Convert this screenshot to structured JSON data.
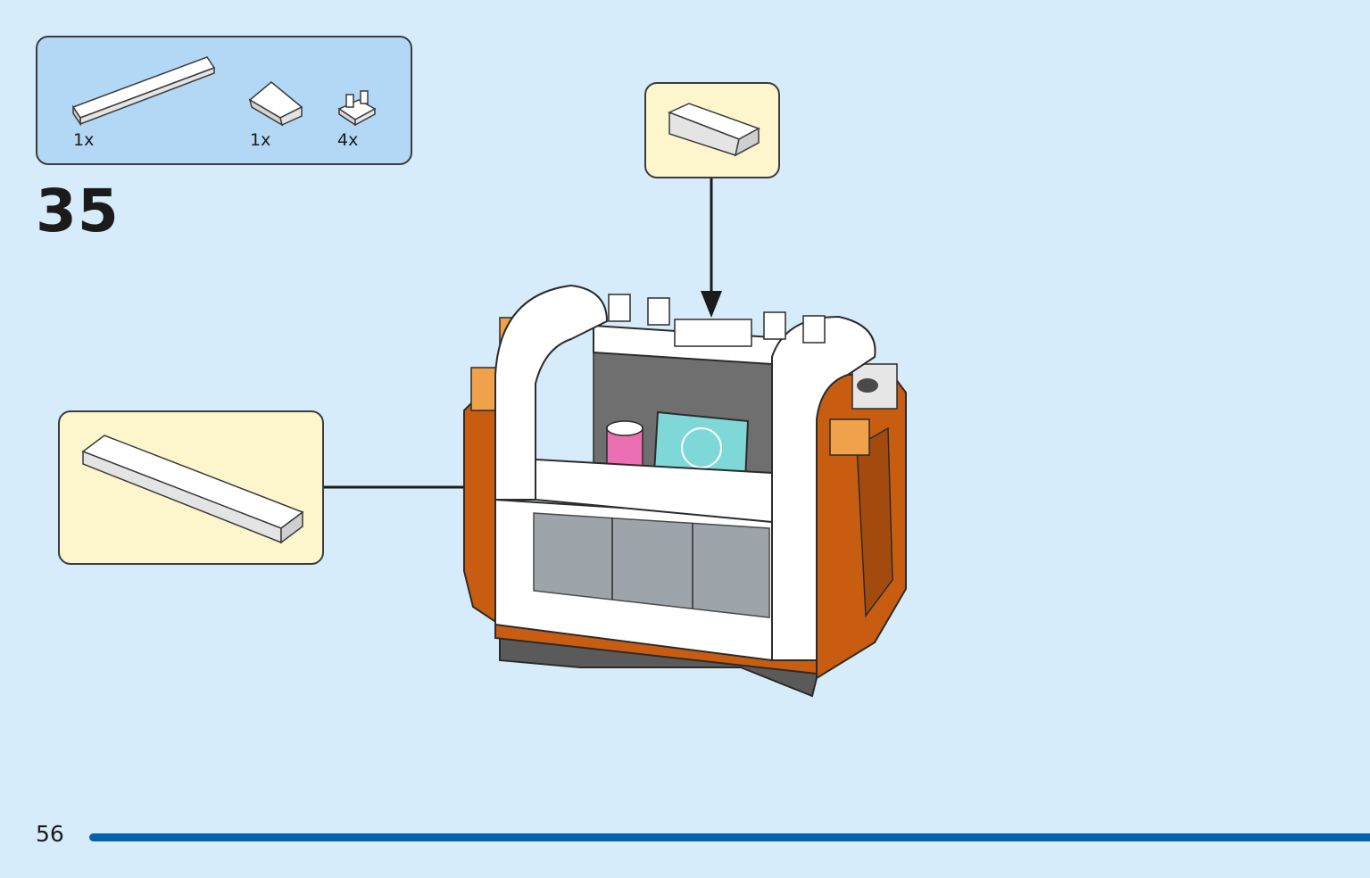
{
  "parts": [
    {
      "qty": "1x",
      "icon": "long-tile-piece-icon"
    },
    {
      "qty": "1x",
      "icon": "slope-piece-icon"
    },
    {
      "qty": "4x",
      "icon": "clip-piece-icon"
    }
  ],
  "step": {
    "number": "35"
  },
  "page": {
    "number": "56"
  },
  "colors": {
    "background": "#d6ecfa",
    "parts_box": "#b3d8f6",
    "callout": "#fdf5cc",
    "page_bar": "#0563ad",
    "orange": "#c85d12",
    "white_brick": "#ffffff",
    "dark_gray": "#5a5a5a"
  }
}
